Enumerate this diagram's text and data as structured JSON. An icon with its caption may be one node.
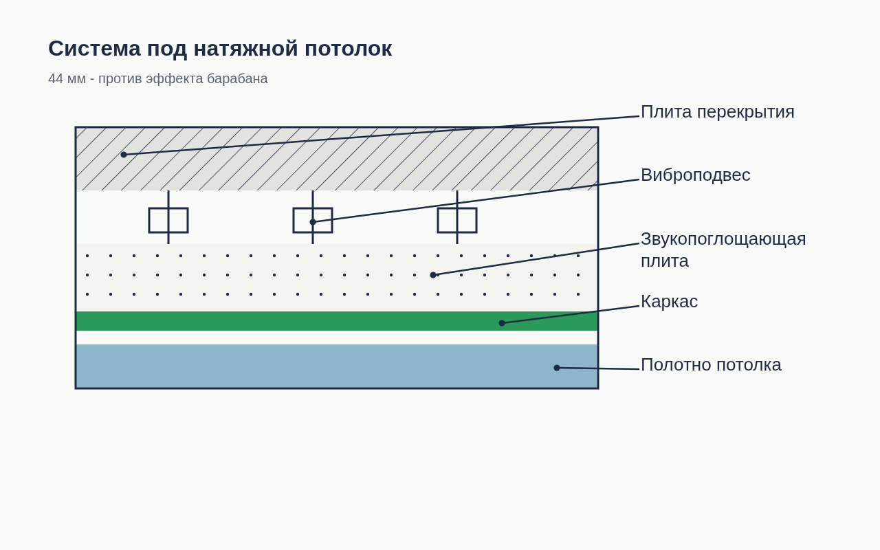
{
  "diagram": {
    "title": "Система под натяжной потолок",
    "nodes": [
      {
        "text": [],
        "shape": "box"
      },
      {
        "text": [],
        "shape": "picture"
      },
      {
        "text": [],
        "shape": "box"
      },
      {
        "text": [],
        "shape": "bar"
      },
      {
        "text": [],
        "shape": "box"
      },
      {
        "text": [
          "Плита перекрытия"
        ]
      },
      {
        "text": [
          "Виброподвес"
        ]
      },
      {
        "text": [
          "Звукопоглощающая плита"
        ]
      },
      {
        "text": [
          "Каркас"
        ]
      },
      {
        "text": [
          "Полотно потолка"
        ]
      }
    ],
    "edges": [
      {
        "from": 5,
        "to": 0,
        "arrow": "other"
      },
      {
        "from": 6,
        "to": 1,
        "arrow": "other"
      },
      {
        "from": 7,
        "to": 2,
        "arrow": "other"
      },
      {
        "from": 8,
        "to": 3,
        "arrow": "other"
      },
      {
        "from": 9,
        "to": 4,
        "arrow": "other"
      }
    ],
    "labels": [
      "44 мм - против эффекта барабана"
    ]
  }
}
